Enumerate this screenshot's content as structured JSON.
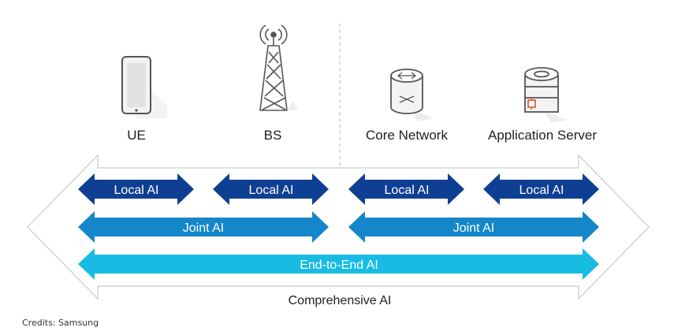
{
  "nodes": {
    "ue": "UE",
    "bs": "BS",
    "core_network": "Core Network",
    "application_server": "Application Server"
  },
  "arrows": {
    "local_ai": [
      "Local AI",
      "Local AI",
      "Local AI",
      "Local AI"
    ],
    "joint_ai": [
      "Joint AI",
      "Joint AI"
    ],
    "end_to_end_ai": "End-to-End AI",
    "comprehensive_ai": "Comprehensive AI"
  },
  "credits": "Credits: Samsung",
  "colors": {
    "local_ai": "#0f3f93",
    "joint_ai": "#1486c9",
    "end_to_end_ai": "#18bce3",
    "outline": "#c9c9c9",
    "divider": "#b5b5b5",
    "text": "#222222"
  },
  "icons": [
    "smartphone-icon",
    "cell-tower-icon",
    "router-cylinder-icon",
    "server-icon"
  ]
}
